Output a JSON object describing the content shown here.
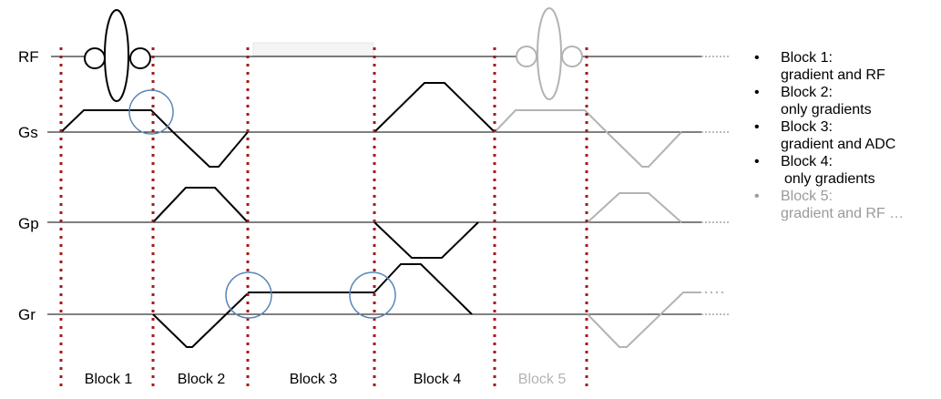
{
  "axes": {
    "rf": "RF",
    "gs": "Gs",
    "gp": "Gp",
    "gr": "Gr"
  },
  "blocks": [
    "Block 1",
    "Block 2",
    "Block 3",
    "Block 4",
    "Block 5"
  ],
  "legend": [
    {
      "line1": "Block 1:",
      "line2": "gradient and RF"
    },
    {
      "line1": "Block 2:",
      "line2": "only gradients"
    },
    {
      "line1": "Block 3:",
      "line2": "gradient and ADC"
    },
    {
      "line1": "Block 4:",
      "line2": " only gradients"
    },
    {
      "line1": "Block 5:",
      "line2": "gradient and RF …"
    }
  ],
  "colors": {
    "waveform": "#000000",
    "repeated_waveform": "#b3b3b3",
    "block_divider": "#a31a1a",
    "highlight_circle": "#5b86b8",
    "faded_text": "#9a9a9a"
  }
}
